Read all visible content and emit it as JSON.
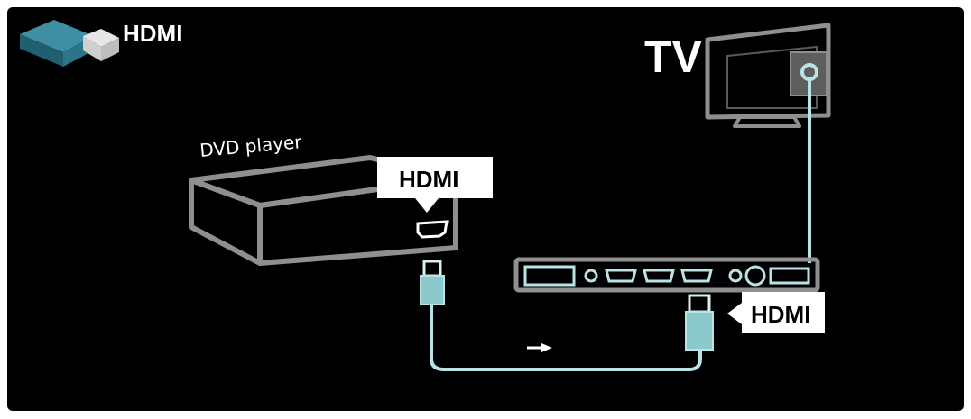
{
  "header": {
    "title": "HDMI",
    "icon": "hdmi-plug-icon"
  },
  "devices": {
    "dvd_player": "DVD player",
    "tv": "TV"
  },
  "callouts": {
    "dvd_port": "HDMI",
    "tv_port": "HDMI"
  },
  "colors": {
    "background": "#000000",
    "device_outline": "#8f8f8f",
    "cable": "#b9e3e4",
    "connector": "#8cc9cc",
    "callout_bg": "#ffffff",
    "callout_text": "#000000"
  }
}
